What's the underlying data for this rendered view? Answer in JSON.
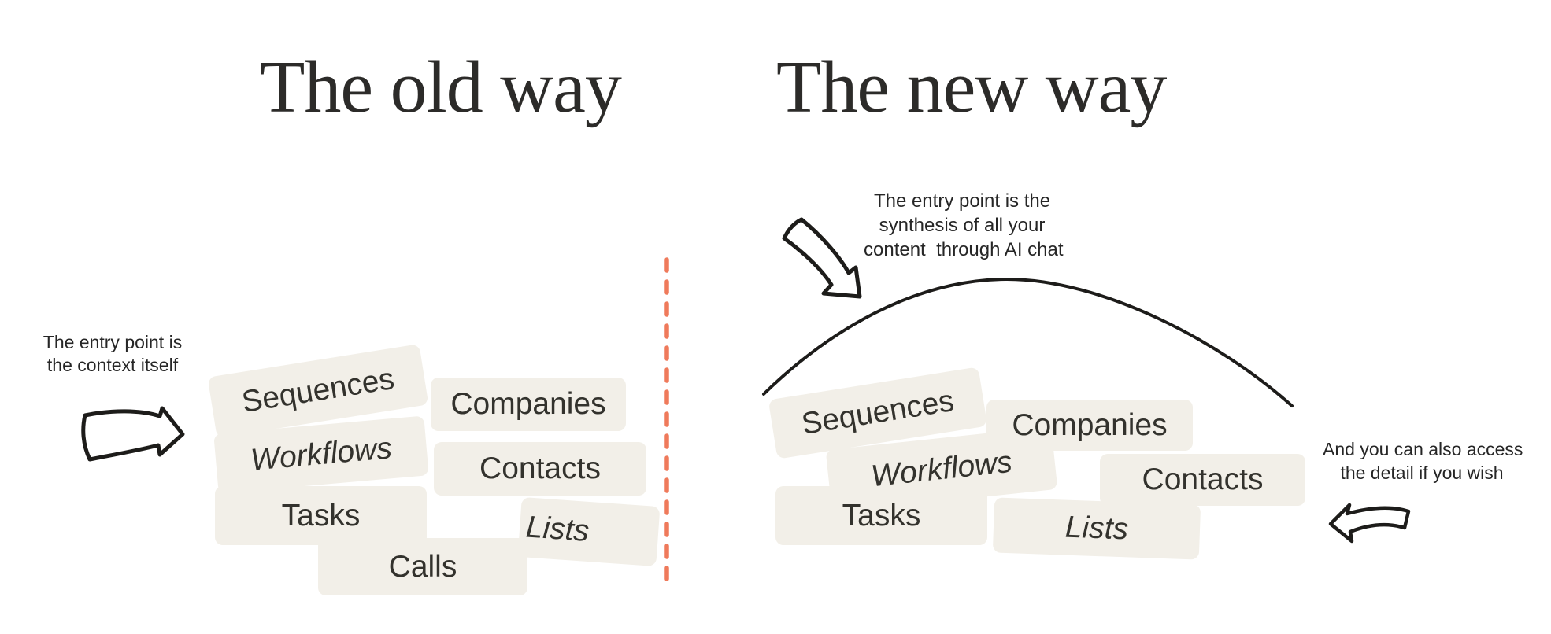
{
  "colors": {
    "box_fill": "#f2efe8",
    "divider": "#ef7a5b",
    "ink": "#1d1c1a",
    "label_ink": "#33322d",
    "note_ink": "#262626",
    "title_ink": "#2c2b29",
    "background": "#ffffff"
  },
  "old_way": {
    "title": "The old way",
    "annotation": {
      "line1": "The entry point is",
      "line2": "the context itself"
    },
    "boxes": [
      {
        "id": "sequences",
        "label": "Sequences"
      },
      {
        "id": "companies",
        "label": "Companies"
      },
      {
        "id": "workflows",
        "label": "Workflows"
      },
      {
        "id": "contacts",
        "label": "Contacts"
      },
      {
        "id": "tasks",
        "label": "Tasks"
      },
      {
        "id": "lists",
        "label": "Lists"
      },
      {
        "id": "calls",
        "label": "Calls"
      }
    ]
  },
  "new_way": {
    "title": "The new way",
    "annotation": {
      "line1": "The entry point is the",
      "line2": "synthesis of all your",
      "line3": "content  through AI chat"
    },
    "side_note": {
      "line1": "And you can also access",
      "line2": "the detail if you wish"
    },
    "boxes": [
      {
        "id": "sequences",
        "label": "Sequences"
      },
      {
        "id": "companies",
        "label": "Companies"
      },
      {
        "id": "workflows",
        "label": "Workflows"
      },
      {
        "id": "contacts",
        "label": "Contacts"
      },
      {
        "id": "tasks",
        "label": "Tasks"
      },
      {
        "id": "lists",
        "label": "Lists"
      }
    ]
  },
  "icons": {
    "old_arrow": "curved-arrow-right",
    "new_arrow": "curved-arrow-down-right",
    "detail_arrow": "curved-arrow-left"
  }
}
